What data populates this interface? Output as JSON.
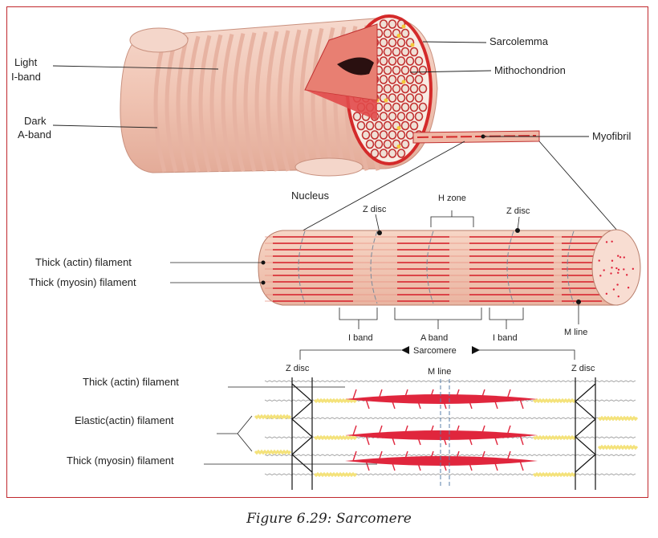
{
  "top_labels": {
    "light_iband": [
      "Light",
      "I-band"
    ],
    "dark_aband": [
      "Dark",
      "A-band"
    ],
    "sarcolemma": "Sarcolemma",
    "mitochondrion": "Mithochondrion",
    "myofibril": "Myofibril",
    "nucleus": "Nucleus"
  },
  "middle_labels": {
    "z_disc_left": "Z disc",
    "h_zone": "H zone",
    "z_disc_right": "Z disc",
    "thick_actin": "Thick  (actin) filament",
    "thick_myosin": "Thick  (myosin) filament",
    "i_band_left": "I band",
    "a_band": "A band",
    "i_band_right": "I band",
    "m_line": "M line",
    "sarcomere": "Sarcomere"
  },
  "bottom_labels": {
    "z_disc_left": "Z disc",
    "m_line": "M line",
    "z_disc_right": "Z disc",
    "thick_actin": "Thick  (actin) filament",
    "elastic_actin": "Elastic(actin) filament",
    "thick_myosin": "Thick  (myosin) filament"
  },
  "colors": {
    "frame": "#c0282d",
    "muscle_skin": "#f2cbbd",
    "muscle_stripe": "#e7b3a2",
    "myosin": "#e0263d",
    "actin": "#f4e27a",
    "titin": "#999999"
  },
  "caption": "Figure 6.29: Sarcomere"
}
